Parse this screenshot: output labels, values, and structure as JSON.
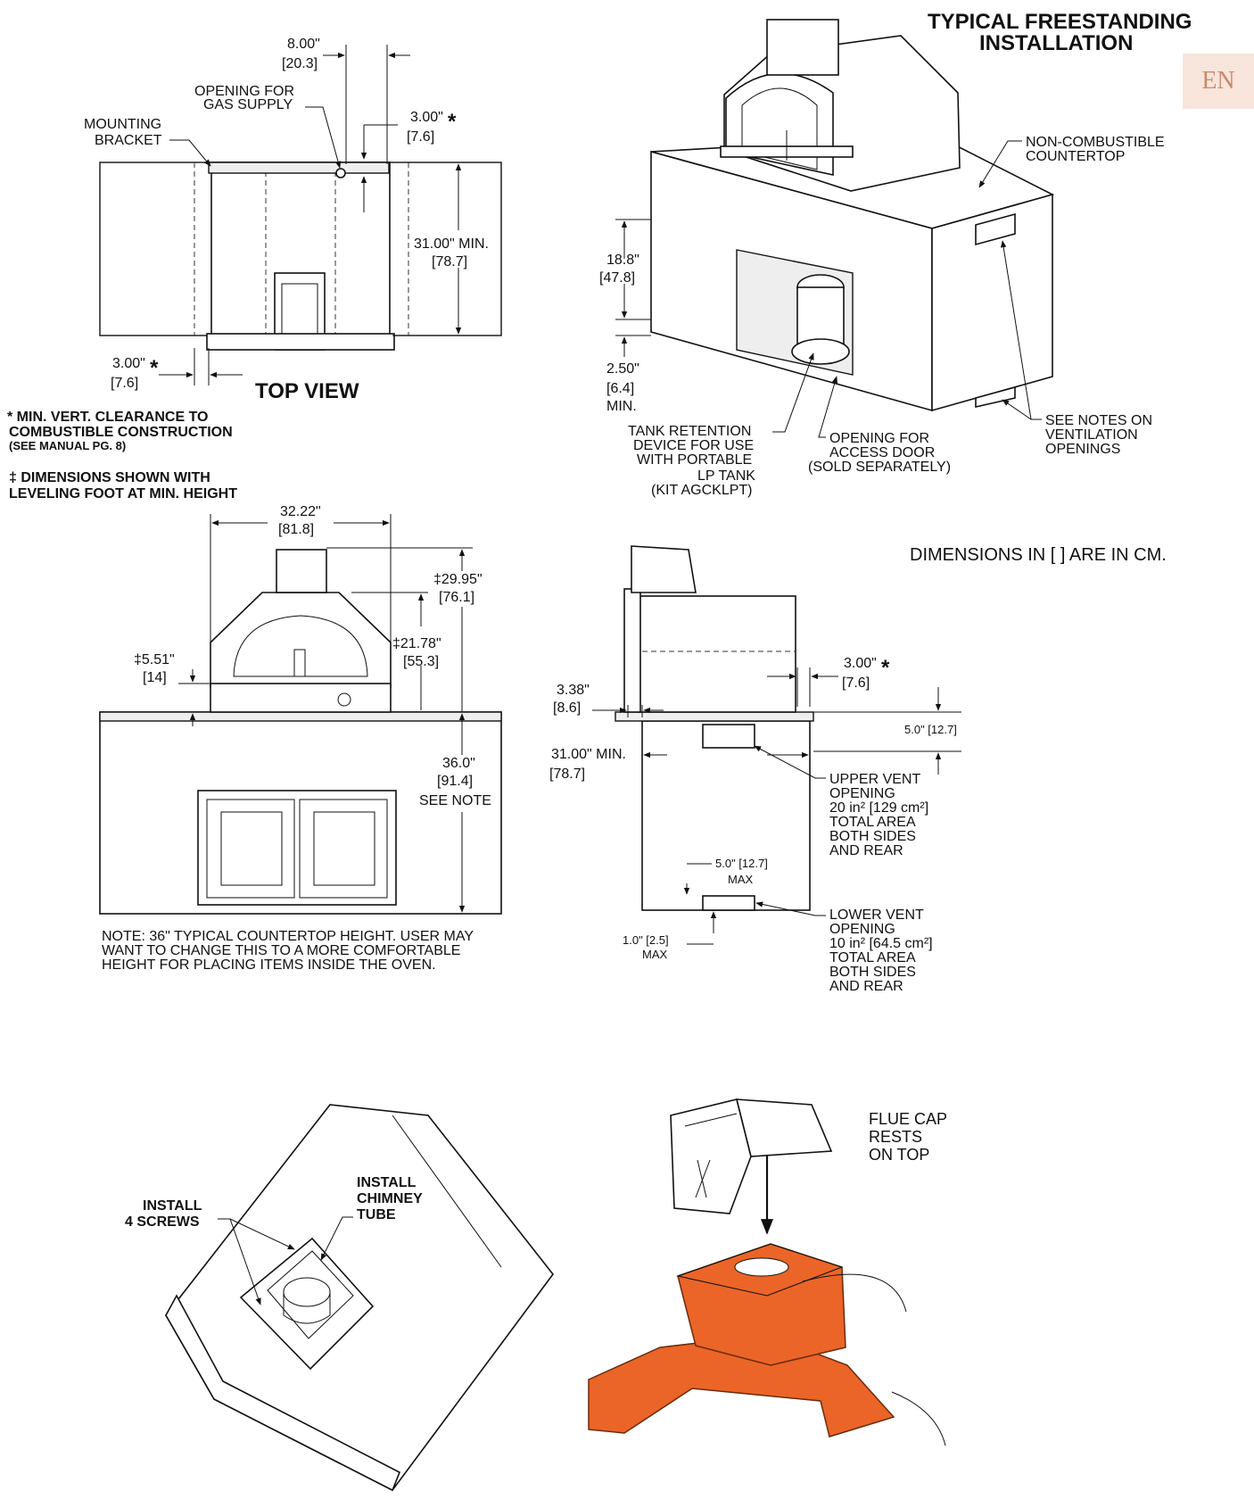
{
  "language_badge": "EN",
  "freestanding": {
    "title_line1": "TYPICAL FREESTANDING",
    "title_line2": "INSTALLATION",
    "countertop_line1": "NON-COMBUSTIBLE",
    "countertop_line2": "COUNTERTOP",
    "dim_18_8": "18.8\"",
    "dim_47_8": "[47.8]",
    "dim_2_50": "2.50\"",
    "dim_6_4": "[6.4]",
    "min": "MIN.",
    "tank_line1": "TANK RETENTION",
    "tank_line2": "DEVICE FOR USE",
    "tank_line3": "WITH PORTABLE",
    "tank_line4": "LP TANK",
    "tank_line5": "(KIT AGCKLPT)",
    "access_line1": "OPENING FOR",
    "access_line2": "ACCESS DOOR",
    "access_line3": "(SOLD SEPARATELY)",
    "vent_notes_line1": "SEE NOTES ON",
    "vent_notes_line2": "VENTILATION",
    "vent_notes_line3": "OPENINGS"
  },
  "top_view": {
    "title": "TOP VIEW",
    "dim_8": "8.00\"",
    "dim_20_3": "[20.3]",
    "gas_line1": "OPENING FOR",
    "gas_line2": "GAS SUPPLY",
    "bracket_line1": "MOUNTING",
    "bracket_line2": "BRACKET",
    "dim_3_top": "3.00\"",
    "dim_7_6_top": "[7.6]",
    "dim_31": "31.00\" MIN.",
    "dim_78_7": "[78.7]",
    "dim_3_left": "3.00\"",
    "dim_7_6_left": "[7.6]",
    "star": "*"
  },
  "notes": {
    "clearance_line1": "* MIN. VERT. CLEARANCE TO",
    "clearance_line2": "COMBUSTIBLE CONSTRUCTION",
    "clearance_line3": "(SEE MANUAL PG. 8)",
    "leveling_line1": "‡ DIMENSIONS SHOWN WITH",
    "leveling_line2": "LEVELING FOOT AT MIN. HEIGHT",
    "units": "DIMENSIONS IN [ ] ARE IN CM."
  },
  "front_view": {
    "dim_32_22": "32.22\"",
    "dim_81_8": "[81.8]",
    "dim_29_95": "‡29.95\"",
    "dim_76_1": "[76.1]",
    "dim_21_78": "‡21.78\"",
    "dim_55_3": "[55.3]",
    "dim_5_51": "‡5.51\"",
    "dim_14": "[14]",
    "dim_36": "36.0\"",
    "dim_91_4": "[91.4]",
    "see_note": "SEE NOTE",
    "note_line1": "NOTE:  36\" TYPICAL COUNTERTOP HEIGHT.  USER MAY",
    "note_line2": "WANT TO CHANGE THIS TO A MORE COMFORTABLE",
    "note_line3": "HEIGHT FOR PLACING ITEMS INSIDE THE OVEN."
  },
  "side_view": {
    "dim_3_right": "3.00\"",
    "dim_7_6": "[7.6]",
    "dim_3_38": "3.38\"",
    "dim_8_6": "[8.6]",
    "dim_5_0_top": "5.0\" [12.7]",
    "dim_31": "31.00\" MIN.",
    "dim_78_7": "[78.7]",
    "upper_line1": "UPPER VENT",
    "upper_line2": "OPENING",
    "upper_line3": "20 in² [129 cm²]",
    "upper_line4": "TOTAL AREA",
    "upper_line5": "BOTH SIDES",
    "upper_line6": "AND REAR",
    "dim_5_0_max": "5.0\" [12.7]",
    "max": "MAX",
    "dim_1_0": "1.0\" [2.5]",
    "lower_line1": "LOWER VENT",
    "lower_line2": "OPENING",
    "lower_line3": "10 in² [64.5 cm²]",
    "lower_line4": "TOTAL AREA",
    "lower_line5": "BOTH SIDES",
    "lower_line6": "AND REAR"
  },
  "assembly": {
    "screws_line1": "INSTALL",
    "screws_line2": "4 SCREWS",
    "chimney_line1": "INSTALL",
    "chimney_line2": "CHIMNEY",
    "chimney_line3": "TUBE",
    "flue_line1": "FLUE CAP",
    "flue_line2": "RESTS",
    "flue_line3": "ON TOP",
    "accent_color": "#ea6527"
  }
}
